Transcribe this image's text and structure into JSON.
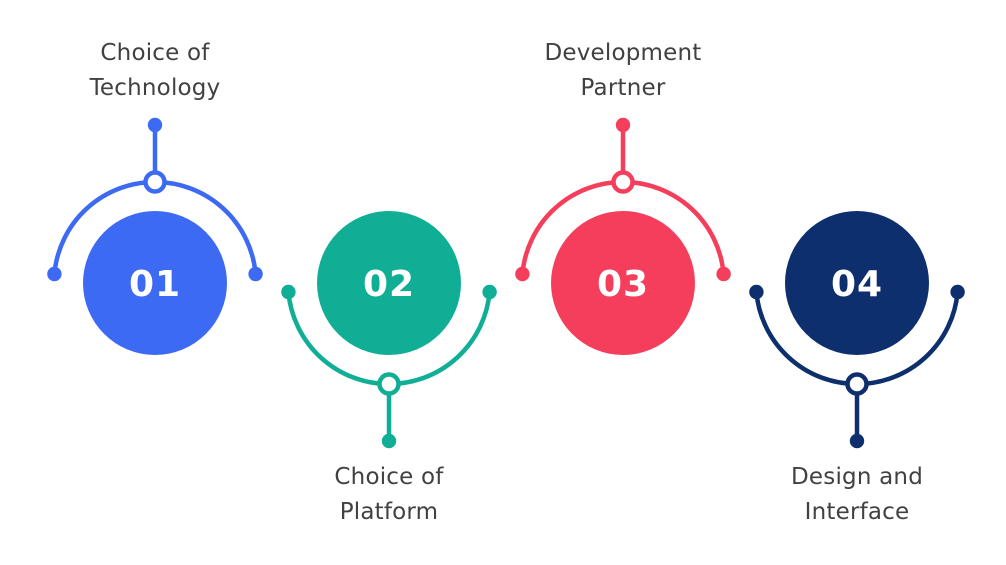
{
  "diagram": {
    "background_color": "#ffffff",
    "label_text_color": "#414141",
    "number_text_color": "#ffffff",
    "items": [
      {
        "number": "01",
        "label_lines": [
          "Choice of",
          "Technology"
        ],
        "label_position": "top",
        "color": "#3d6af3"
      },
      {
        "number": "02",
        "label_lines": [
          "Choice of",
          "Platform"
        ],
        "label_position": "bottom",
        "color": "#10ae95"
      },
      {
        "number": "03",
        "label_lines": [
          "Development",
          "Partner"
        ],
        "label_position": "top",
        "color": "#f53e5b"
      },
      {
        "number": "04",
        "label_lines": [
          "Design and",
          "Interface"
        ],
        "label_position": "bottom",
        "color": "#0e2f6d"
      }
    ]
  }
}
